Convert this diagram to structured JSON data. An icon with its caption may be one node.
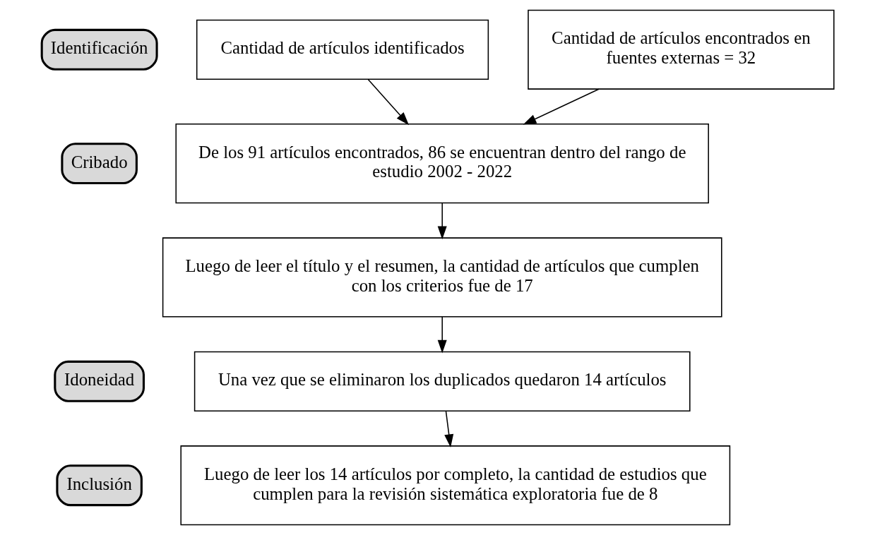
{
  "diagram": {
    "nodes": [
      {
        "text": [
          "Identificación"
        ]
      },
      {
        "text": [
          "Cribado"
        ]
      },
      {
        "text": [
          "Idoneidad"
        ]
      },
      {
        "text": [
          "Inclusión"
        ]
      },
      {
        "text": [
          "Cantidad de artículos identificados"
        ]
      },
      {
        "text": [
          "Cantidad de artículos encontrados en fuentes externas = 32"
        ]
      },
      {
        "text": [
          "De los 91 artículos encontrados, 86 se encuentran dentro del rango de estudio 2002 - 2022"
        ]
      },
      {
        "text": [
          "Luego de leer el título y el resumen, la cantidad de artículos que cumplen con los criterios fue de 17"
        ]
      },
      {
        "text": [
          "Una vez que se eliminaron los duplicados quedaron 14 artículos"
        ]
      },
      {
        "text": [
          "Luego de leer los 14 artículos por completo, la cantidad de estudios que cumplen para la revisión sistemática exploratoria fue de 8"
        ]
      }
    ],
    "edges": [
      {
        "from": 4,
        "to": 6,
        "arrow": "to"
      },
      {
        "from": 5,
        "to": 6,
        "arrow": "to"
      },
      {
        "from": 6,
        "to": 7,
        "arrow": "to"
      },
      {
        "from": 7,
        "to": 8,
        "arrow": "to"
      },
      {
        "from": 8,
        "to": 9,
        "arrow": "to"
      }
    ]
  }
}
